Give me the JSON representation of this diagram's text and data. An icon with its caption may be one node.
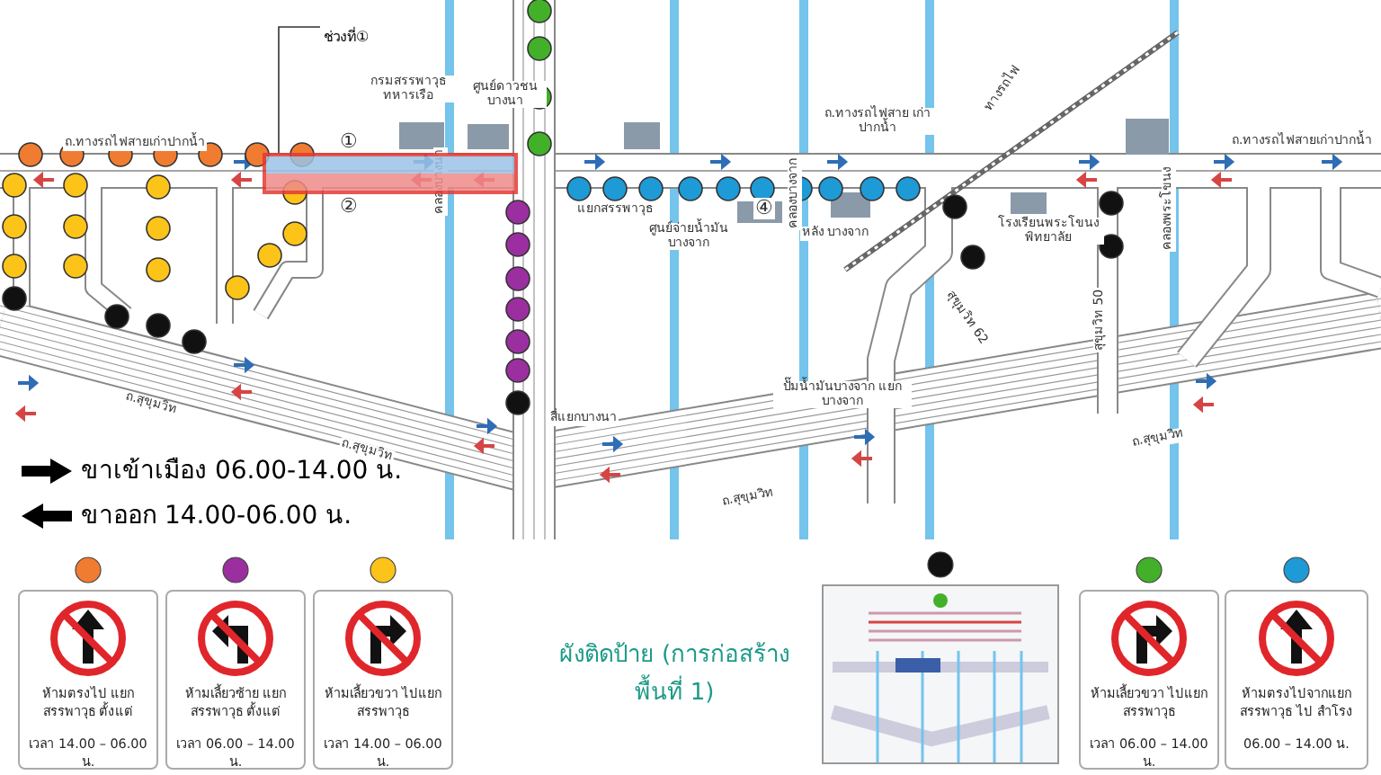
{
  "diagram": {
    "title": "ผังติดป้าย (การก่อสร้างพื้นที่ 1)",
    "nodes": [
      {
        "text": [
          "ช่วงที่①"
        ]
      },
      {
        "text": [],
        "shape": "box",
        "beside": [
          "①",
          "②"
        ]
      },
      {
        "text": [
          "ห้ามตรงไป แยกสรรพาวุธ ตั้งแต่",
          "เวลา 14.00 – 06.00 น."
        ]
      },
      {
        "text": [
          "ห้ามเลี้ยวซ้าย แยกสรรพาวุธ ตั้งแต่",
          "เวลา 06.00 – 14.00 น."
        ]
      },
      {
        "text": [
          "ห้ามเลี้ยวขวา ไปแยกสรรพาวุธ",
          "เวลา 14.00 – 06.00 น."
        ]
      },
      {
        "text": [],
        "shape": "picture"
      },
      {
        "text": [
          "ห้ามเลี้ยวขวา ไปแยกสรรพาวุธ",
          "เวลา 06.00 – 14.00 น."
        ]
      },
      {
        "text": [
          "ห้ามตรงไปจากแยก สรรพาวุธ ไป สำโรง",
          "06.00 – 14.00 น."
        ]
      }
    ],
    "edges": [
      {
        "from": 0,
        "to": 1,
        "arrow": "none"
      }
    ],
    "labels": [
      "④",
      "กรมสรรพาวุธ ทหารเรือ",
      "ศูนย์ดาวชน บางนา",
      "ถ.ทางรถไฟสายเก่าปากน้ำ",
      "ถ.ทางรถไฟสาย เก่าปากน้ำ",
      "ถ.ทางรถไฟสายเก่าปากน้ำ",
      "ทางรถไฟ",
      "แยกสรรพาวุธ",
      "ศูนย์จ่ายน้ำมัน บางจาก",
      "หลัง บางจาก",
      "โรงเรียนพระโขนง พิทยาลัย",
      "คลองบางนา",
      "คลองบางจาก",
      "สุขุมวิท 62",
      "สุขุมวิท 50",
      "คลองพระโขนง",
      "ปั๊มน้ำมันบางจาก แยกบางจาก",
      "ถ.สุขุมวิท",
      "ถ.สุขุมวิท",
      "ถ.สุขุมวิท",
      "ถ.สุขุมวิท",
      "สี่แยกบางนา"
    ],
    "legend": [
      {
        "text": "ขาเข้าเมือง 06.00-14.00 น."
      },
      {
        "text": "ขาออก 14.00-06.00 น."
      }
    ]
  }
}
